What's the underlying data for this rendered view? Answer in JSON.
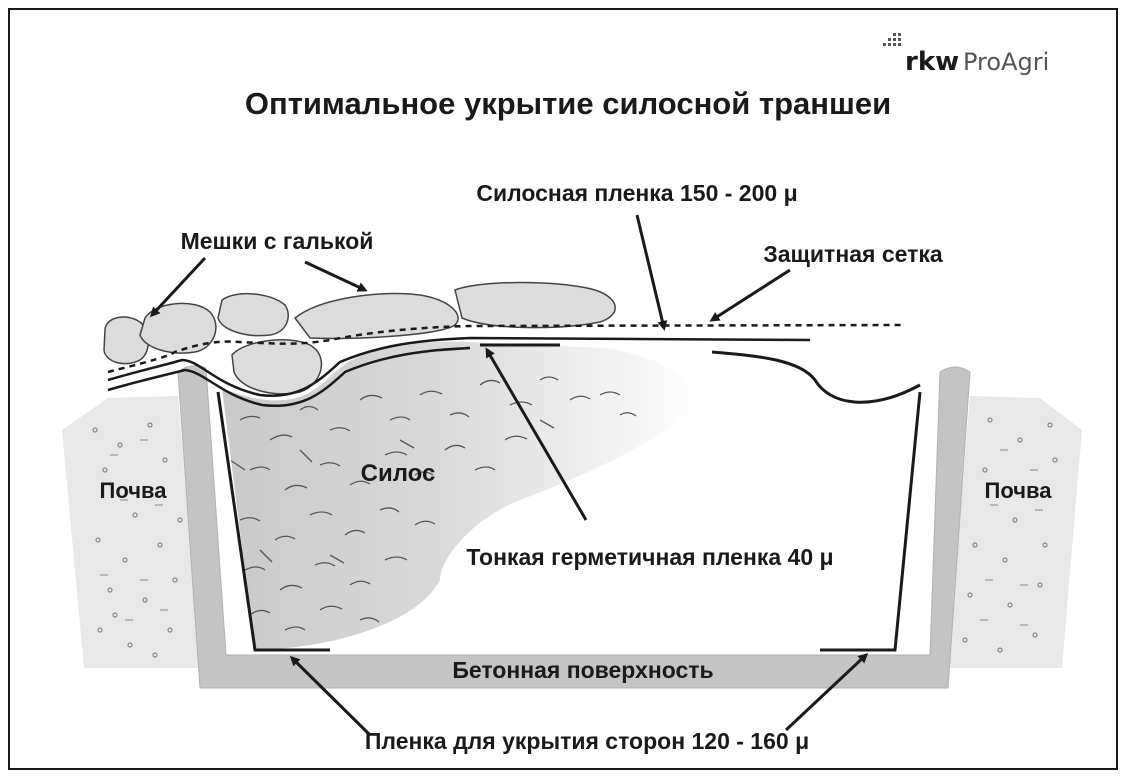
{
  "logo": {
    "brand": "rkw",
    "product": "ProAgri"
  },
  "title": "Оптимальное укрытие силосной траншеи",
  "labels": {
    "silo_film": "Силосная пленка 150 - 200 μ",
    "gravel_bags": "Мешки с галькой",
    "protective_net": "Защитная сетка",
    "soil_left": "Почва",
    "soil_right": "Почва",
    "silage": "Силос",
    "thin_film": "Тонкая герметичная пленка 40 μ",
    "concrete": "Бетонная поверхность",
    "side_film": "Пленка для укрытия сторон  120 - 160 μ"
  },
  "colors": {
    "outline": "#1a1a1a",
    "concrete": "#c4c4c4",
    "soil": "#e8e8e8",
    "bags": "#dcdcdc",
    "silage_fill": "#d6d6d6"
  }
}
